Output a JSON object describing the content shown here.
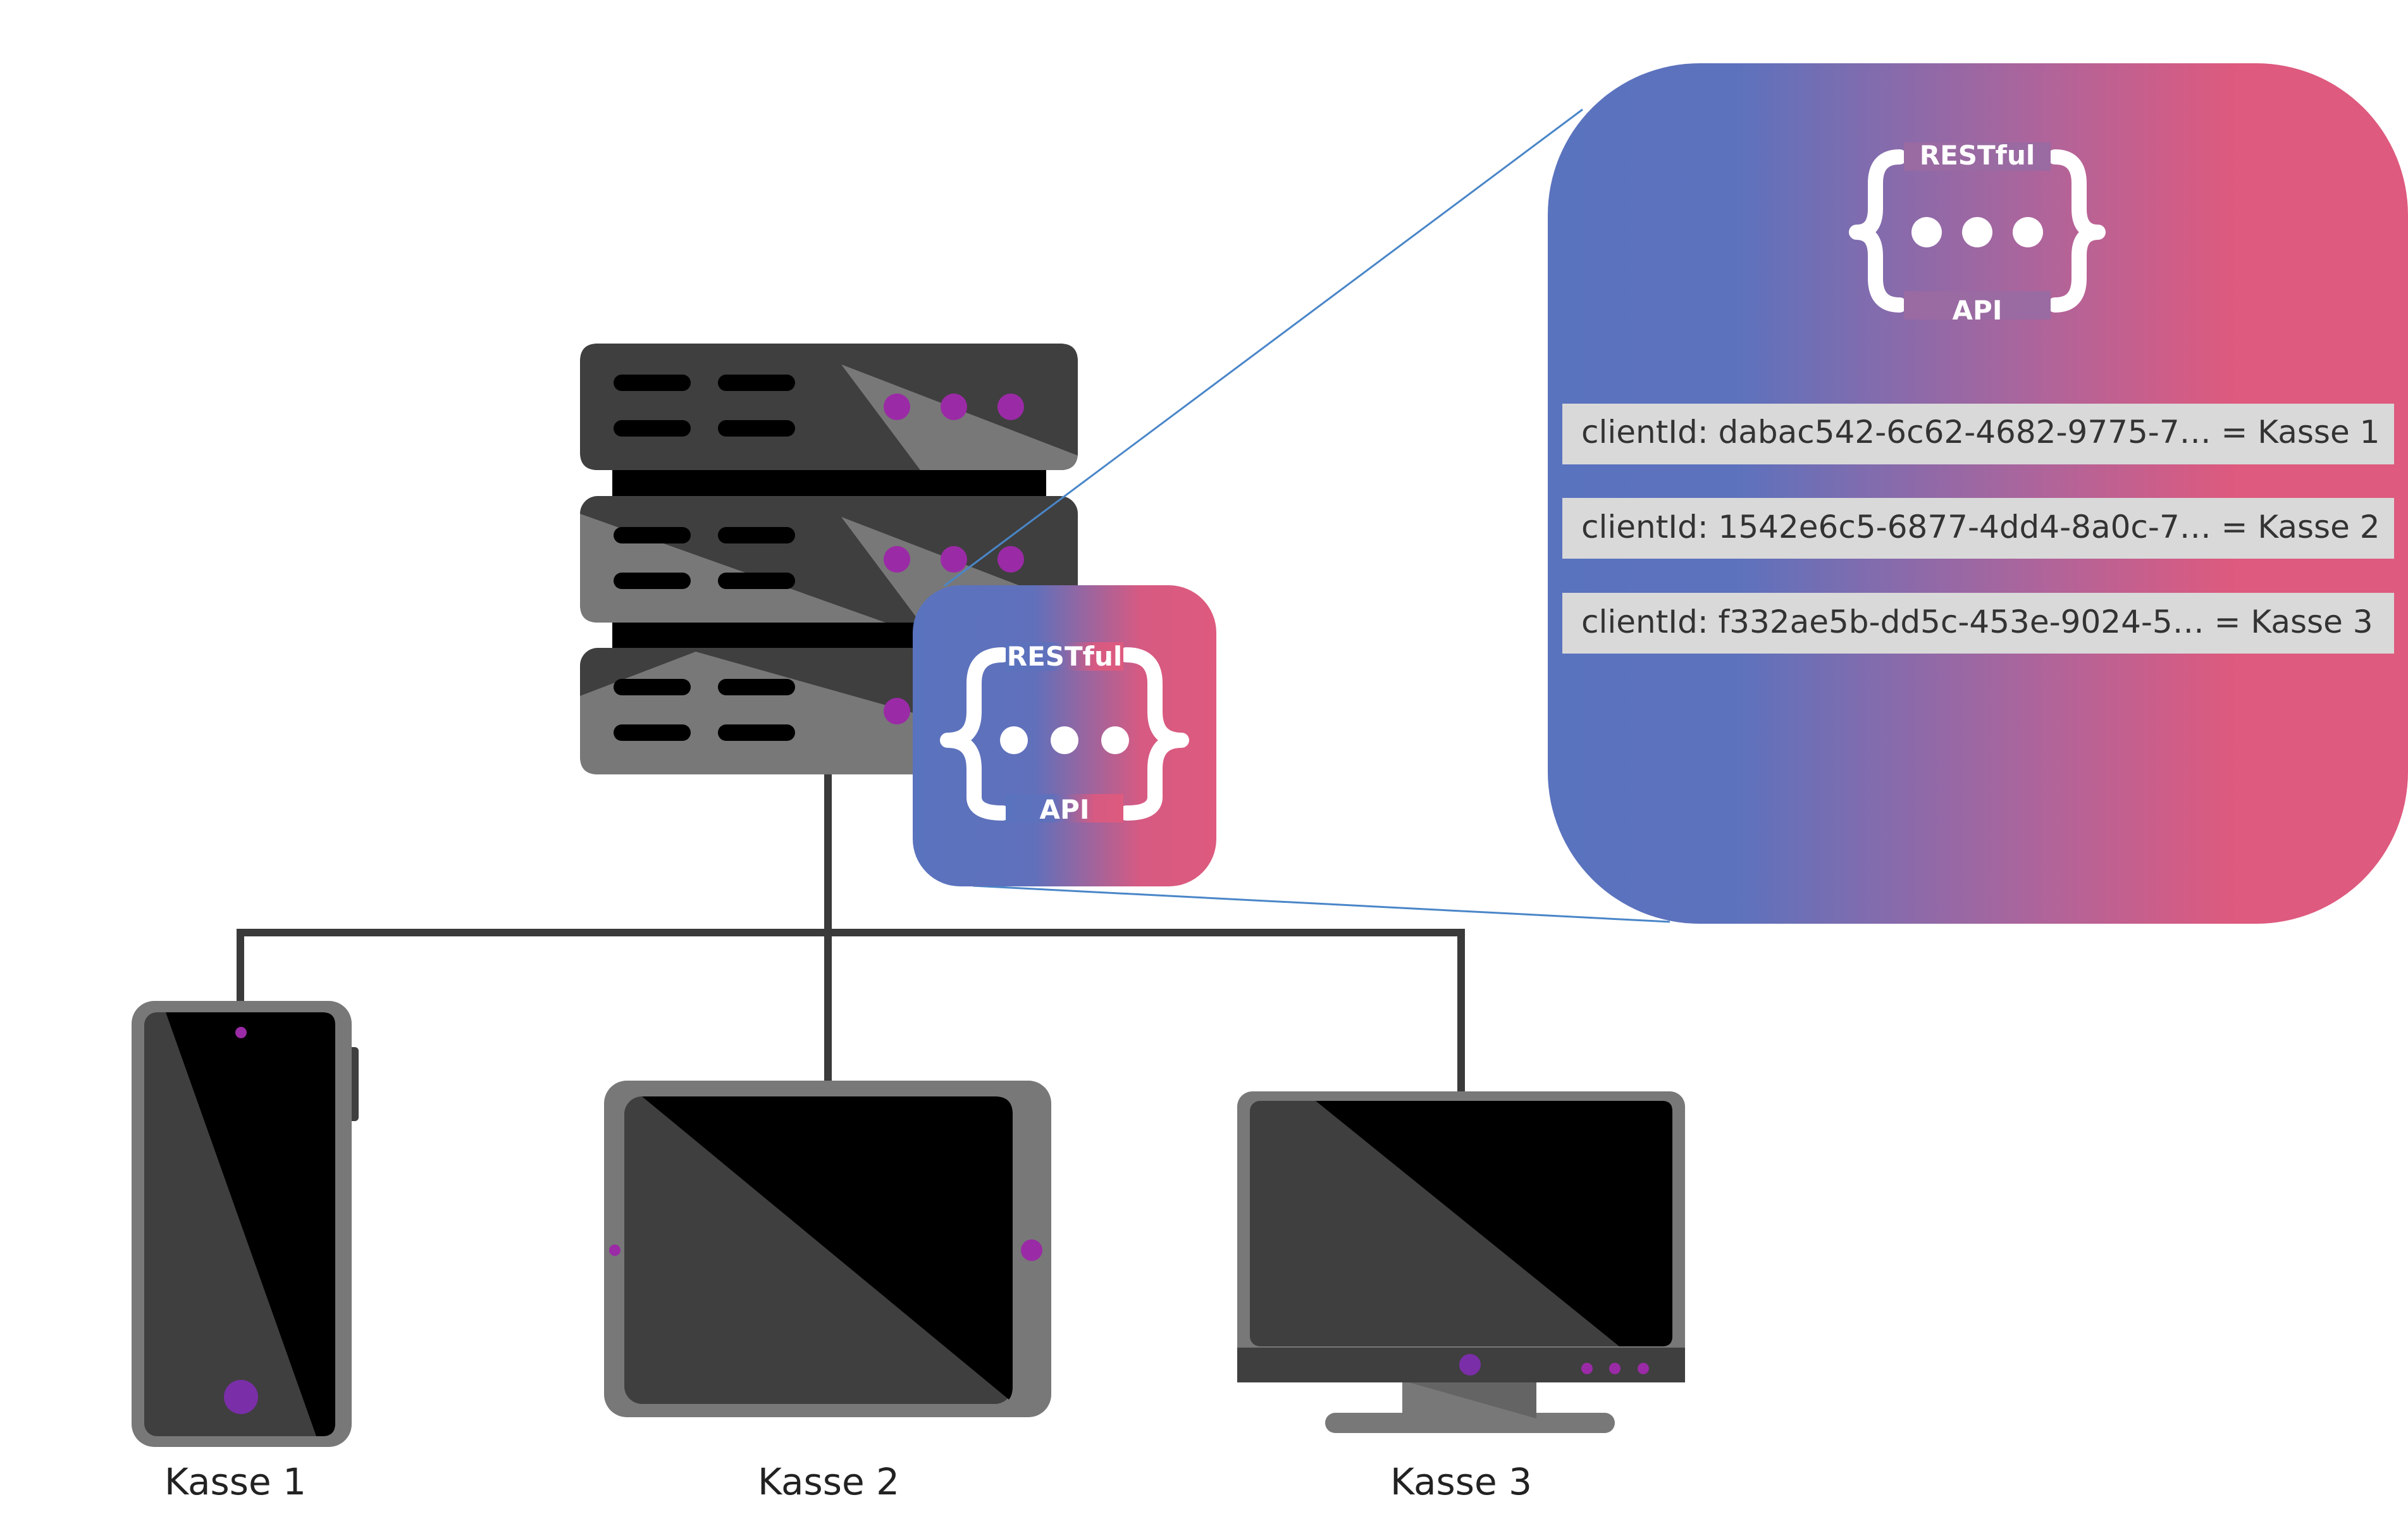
{
  "api_badge": {
    "top_label": "RESTful",
    "bottom_label": "API",
    "icon": "curly-braces-dots-icon"
  },
  "api_panel": {
    "top_label": "RESTful",
    "bottom_label": "API",
    "client_rows": [
      "clientId: dabac542-6c62-4682-9775-7… = Kasse 1",
      "clientId: 1542e6c5-6877-4dd4-8a0c-7… = Kasse 2",
      "clientId: f332ae5b-dd5c-453e-9024-5… = Kasse 3"
    ]
  },
  "devices": [
    {
      "label": "Kasse 1",
      "icon": "smartphone-icon"
    },
    {
      "label": "Kasse 2",
      "icon": "tablet-icon"
    },
    {
      "label": "Kasse 3",
      "icon": "desktop-monitor-icon"
    }
  ],
  "server": {
    "icon": "server-rack-icon"
  },
  "colors": {
    "gradient_start": "#5a73be",
    "gradient_end": "#de5a7e",
    "device_dark": "#3f3f3f",
    "device_light": "#787878",
    "screen": "#000000",
    "accent_dot": "#9b2aa6",
    "connector": "#3a3a3a",
    "row_fill": "#d9d9d9",
    "zoom_line": "#4a86c8"
  }
}
